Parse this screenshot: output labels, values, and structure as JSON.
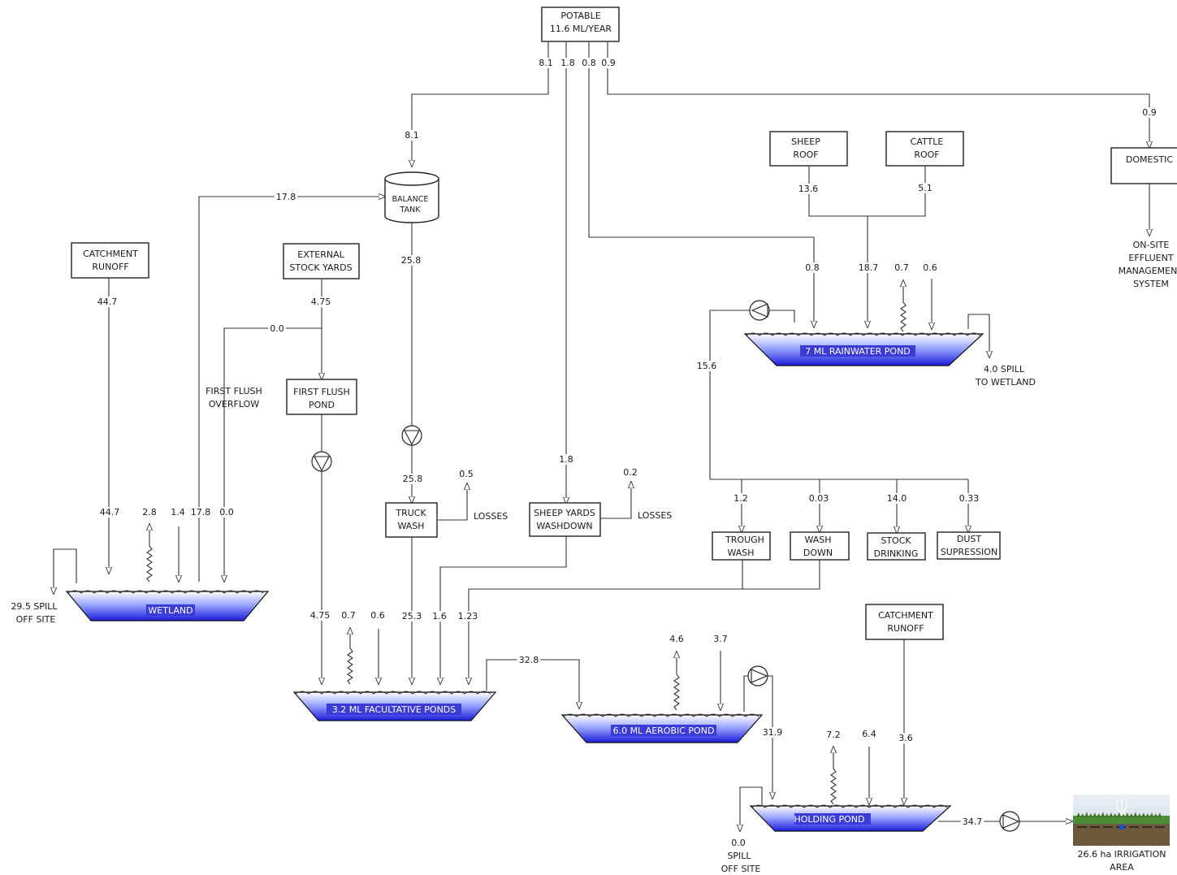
{
  "nodes": {
    "potable": [
      "POTABLE",
      "11.6 ML/YEAR"
    ],
    "balance_tank": [
      "BALANCE",
      "TANK"
    ],
    "catchment_runoff_left": [
      "CATCHMENT",
      "RUNOFF"
    ],
    "external_stock_yards": [
      "EXTERNAL",
      "STOCK YARDS"
    ],
    "first_flush_pond": [
      "FIRST FLUSH",
      "POND"
    ],
    "truck_wash": [
      "TRUCK",
      "WASH"
    ],
    "sheep_yards_washdown": [
      "SHEEP YARDS",
      "WASHDOWN"
    ],
    "sheep_roof": [
      "SHEEP",
      "ROOF"
    ],
    "cattle_roof": [
      "CATTLE",
      "ROOF"
    ],
    "domestic": [
      "DOMESTIC"
    ],
    "trough_wash": [
      "TROUGH",
      "WASH"
    ],
    "wash_down": [
      "WASH",
      "DOWN"
    ],
    "stock_drinking": [
      "STOCK",
      "DRINKING"
    ],
    "dust_supression": [
      "DUST",
      "SUPRESSION"
    ],
    "catchment_runoff_right": [
      "CATCHMENT",
      "RUNOFF"
    ]
  },
  "ponds": {
    "wetland": "WETLAND",
    "facultative": "3.2 ML FACULTATIVE PONDS",
    "aerobic": "6.0 ML AEROBIC POND",
    "rainwater": "7 ML RAINWATER POND",
    "holding": "HOLDING POND"
  },
  "annotations": {
    "first_flush_overflow": [
      "FIRST FLUSH",
      "OVERFLOW"
    ],
    "losses_truck": "LOSSES",
    "losses_sheep": "LOSSES",
    "spill_wetland": [
      "29.5 SPILL",
      "OFF SITE"
    ],
    "spill_rainwater": [
      "4.0 SPILL",
      "TO WETLAND"
    ],
    "onsite_effluent": [
      "ON-SITE",
      "EFFLUENT",
      "MANAGEMEN",
      "SYSTEM"
    ],
    "spill_holding": [
      "0.0",
      "SPILL",
      "OFF SITE"
    ],
    "irrigation": [
      "26.6 ha IRRIGATION",
      "AREA"
    ]
  },
  "flows": {
    "potable_out_1": "8.1",
    "potable_out_2": "1.8",
    "potable_out_3": "0.8",
    "potable_out_4": "0.9",
    "to_balance": "8.1",
    "to_domestic": "0.9",
    "wetland_to_balance": "17.8",
    "balance_out": "25.8",
    "truck_in": "25.8",
    "truck_loss": "0.5",
    "sheep_in": "1.8",
    "sheep_loss": "0.2",
    "sheep_roof_out": "13.6",
    "cattle_roof_out": "5.1",
    "roof_combined": "18.7",
    "potable_to_rain": "0.8",
    "rain_evap": "0.7",
    "rain_rainfall": "0.6",
    "rain_pump_out": "15.6",
    "trough_in": "1.2",
    "washdown_in": "0.03",
    "drinking_in": "14.0",
    "dust_in": "0.33",
    "catch_left_out": "44.7",
    "wetland_catch": "44.7",
    "wetland_evap": "2.8",
    "wetland_rain": "1.4",
    "wetland_out": "17.8",
    "wetland_ff": "0.0",
    "ff_overflow": "0.0",
    "ext_yards_out": "4.75",
    "fac_in_ff": "4.75",
    "fac_evap": "0.7",
    "fac_rain": "0.6",
    "fac_truck": "25.3",
    "fac_sheep": "1.6",
    "fac_trough": "1.23",
    "fac_to_aerobic": "32.8",
    "aer_evap": "4.6",
    "aer_rain": "3.7",
    "aer_to_holding": "31.9",
    "hold_evap": "7.2",
    "hold_rain": "6.4",
    "hold_catch": "3.6",
    "hold_to_irrig": "34.7"
  }
}
